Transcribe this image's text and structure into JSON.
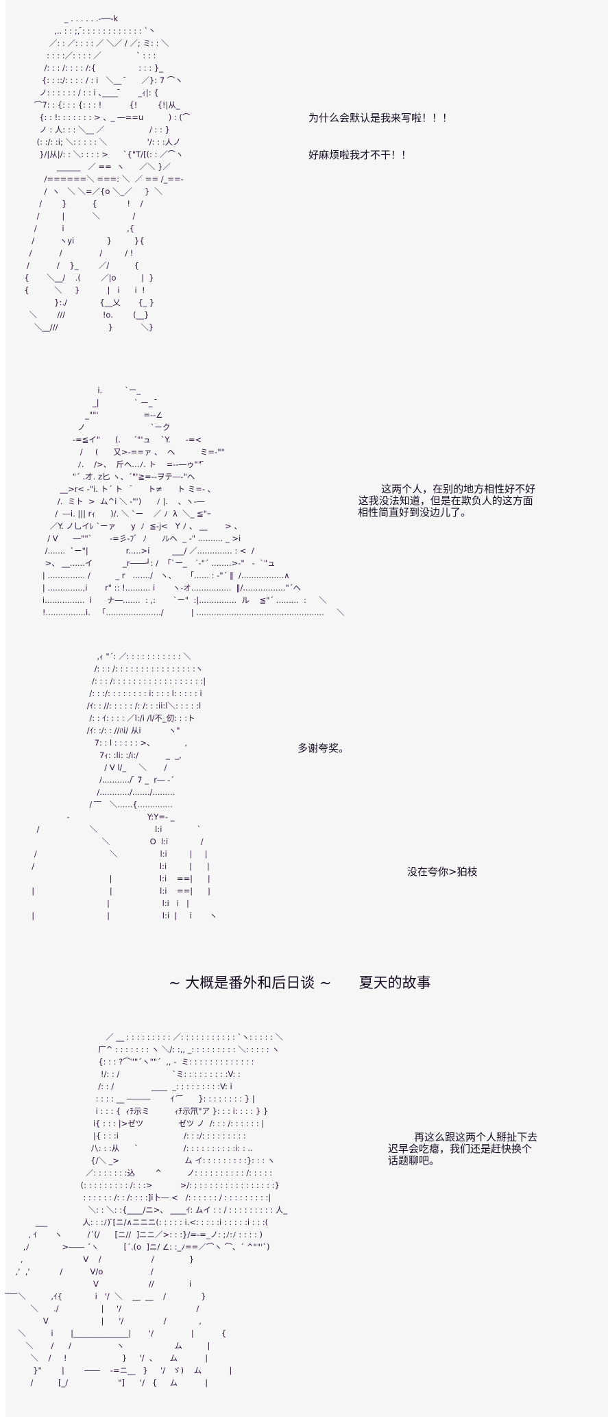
{
  "page": {
    "background": "#f6f6f7",
    "text_color": "#160a22",
    "art_color": "#2a0f3a"
  },
  "scenes": [
    {
      "id": "scene-1",
      "dialogue": [
        "为什么会默认是我来写啦！！！",
        "好麻烦啦我才不干！！"
      ],
      "art": "                  _ . . . . . .-──-k\n              ,.. : : ;, ̄: : : : : : : : : : : : `丶\n            ／: : ／: : : : ／ ＼／ / ／; ミ: : ＼\n           : : : :／: : : : ／              ` : : :\n          /: : : /: : : : /:{                 : : : }_\n         {: : ::/: : : : / : i   ＼__  ̄      ／}: 7 ⌒ヽ\n        ノ: : : : : : / : : i ､____ ̄       _ｨ|: {\n      ⌒7: : {: : : {: : : !           {!        {!|从_\n        {: : !: : : : : : : > 、_ ―==u          ) : (⌒\n        ノ : 人: : : ＼__ ／                  / : : }\n       (: :/: :i; ＼: : : : : ＼                '/: : :人ノ\n        }/|从|/: : ＼: : : : >      `{\"T/[(: : ／⌒ヽ\n               ______   ／ ==  ヽ      ／＼ }／\n          /======＼ ===: ＼  ／ == /_==-\n          /  ヽ   ＼ ＼=／{o ＼_／     }  ＼\n        /        }          {            !    /\n       /         |           ＼             /\n      /          i                         ,{\n     /          ヽyi             }         }{\n    /           /               /         / !\n   /           /    }_        ／/          {\n  {       ＼__/    .(        ／|o          |  }\n  {          ＼     }           |   i      i  !\n              }:./             {__乂       {_ }\n    ＼        ///               !o.        (__}\n      ＼__///                    }           ＼}"
    },
    {
      "id": "scene-2",
      "dialogue": [
        "        这两个人，在别的地方相性好不好",
        " 这我没法知道，但是在欺负人的这方面",
        "相性简直好到没边儿了。"
      ],
      "art": "                            i.         `ー_\n                          _|              ` ー_  ̄\n                       _\"\"'                  =--∠\n                    ノ                          `ーク\n                  -=≦イ\"      (.     ´\"'ュ    `Y.      -=<\n                     /     (      又>-==ァ 、  ヘ          ミ=-\"\"\n                    ﾉ.    />、  斤ヘ...ﾉ. ト    =--―ゥ\"\" ̄\n                  \"´ .才. z匕 ヽ、´\"'≧=--ヲテ―-\"ヘ\n             __>r< -\"i. ト´ ト    ̄      ト≠      ト ミ=- 、\n            /.  ミト  >  ム^i ＼ -\"')      ﾉ |.    、ヽ-―\n           /  ―i. ||| rｨ      )/. ＼ `ー    ／ ﾉ  λ  ＼_ ≦\"ｰ\n         ／Y. ノ乚イﾚ `ーァ      y  ﾉ  ≦-j<   Y ﾉ 、 __       > 、\n        / V      ―\"\"`       -=彡-ﾌﾞ  ﾉ      ﾉﾚヘ  _ -\" .......... _ >i\n       /.......  `ー\"|               r.....>i         ___/ ／.............. : <  /\n       >、 __......イ            _r――┘: /  「`ー_   ´-\"´ ........>-\"   -  `\"ュ\n      | ............... /          _ r   ......./   ヽ、    「...... : -\"´ ‖  /.................∧\n      | ..............,i       r\" :: !.......... i       ヽ-オ................  ‖/.................\"´ヘ\n      i................  i      ナ―.......  : ,:       `ー\"  :|...............  ル    ≦\"´ .........  :     ＼\n      !................i.   「....................../           | ...................................................     ＼"
    },
    {
      "id": "scene-3",
      "dialogue": [
        "多谢夸奖。",
        "没在夸你>狛枝"
      ],
      "art": "                               ,ｨ \"´: ／: : : : : : : : : : : ＼\n                              /: : : /: : : : : : : : : : : : : : : :ヽ\n                             /: : : /: : : : : : : : : : : : : : : : : :|\n                            /: : :/: : : : : : : : i: : : : l: : : : : i\n                           /ｲ: : //: : : : : /: /: : :ii:l＼: : : : :l\n                            /: : ｲ: : : : ／l:/i /l/不_仞: : :ト\n                           /ｲ: :/: : //ﾊi/ 从i           ヽ\"\n                              7: : l : : : : : >、            ,\n                                7ｨ: :li: :/i:/           _  _,\n                                  / V l/_     ＼       /\n                                /.........../ ̄ 7 _  r― -´\n                               /............/......./.........\n                            /  ̄ ̄ ̄   ＼......{..............\n                   -                               Y:Y=- _\n       /                    ＼                       l:i              `\n                                 ＼                O  l:i             /\n      /                             ＼                 l:i         |     |\n     /                                                  l:i         |      |\n                                    |                   l:i    ==|      |\n     |                              |                   l:i    ==|      |\n                                   |                     l:i   i   |\n     |                             |                     l:i  |     i       ヽ"
    },
    {
      "id": "scene-4",
      "title": "~ 大概是番外和后日谈 ~      夏天的故事",
      "dialogue": [
        "        再这么跟这两个人掰扯下去",
        "迟早会吃瘪，我们还是赶快换个",
        "话题聊吧。"
      ],
      "art": "                                        ／ __ : : : : : : : : : ／: : : : : : : : : : : `ヽ: : : : : ＼\n                                     厂^ : : : : : : : ヽ ＼/: :,, _: : : : : : : : : ＼: : : : : ヽ\n                                     {: : : ?⌒\"\"´ヽ\"\"´  ,, -  ミ: : : : : : : : : : : : :\n                                      !/: : /                     `ミ: : : : : : : : :V: :\n                                     /: : /               ____  _: : : : : : : : :V: i\n                                    : : : : __ ―――        ｲ´ ̄ ̄      }: : : : : : : : } |\n                                    i : : : {  ｨﾁ示ミ          ｨﾁ示笊\"ア }: : : i: : : : } }\n                                   i{ : : : |>ゼツ              ゼツ ノ  /: : : /: : : : : : |\n                                   |{ : : :i                          /: : :/: : : : : : : : :\n                                  八: : :从      `                  /: : : : : : : : : :i: : ..\n                                  {/＼ _>                          ム イ: : : : : : : : :}: : : ヽ\n                                ／: : : : : : :込        ^          ノ: : : : : : : : : : /: : : : :\n                              (: : : : : : : : : /: : :>           >/: : : : : : : : : : : : : : : : :}\n                               : : : : : : /: : /: : : :]i卜― <   /: : : : : : / : : : : : : : : :|\n                                 ＼: : ＼: :{____/ニ>、 ____ｲ: ムイ : : / : : : : : : : : : 人_\n            ___              人: : :ﾉ) ̄[ニ/∧ニニニ(: : : : : i.<: : : : :i : : : : :i : : :(\n         , ｲ       ヽ          /´(/      [ニ//  ]ニニ／>: : :}/=-=_ノ: ;ﾉ:ﾉ : : : : )\n       ,ﾉ             >―― ´ヽ          [´.(o  ]ニ/ ∠: :_ﾉ==／⌒ヽ ⌒、´ ^\"\"'`)\n      ,                        V    /                    /              }\n    ,'  ,'            /           V/o                   /\n                                   V                    //              i\n ̄ ̄ ̄ ̄ ̄＼          ,ｲ{             i   '/  ＼    __  __    /              }\n          ＼      ./                 |     '/                              /\n               V                     |      '/                /             ,\n     ＼          i       |______________|       '/               |           {\n        ＼       /      /                  ヽ                    ム          |\n          ＼    /     !                      }     '/  、     ム           |\n           }\"        |        ――    -=ニ__   }     '/   ゞ)    ム           |\n          /          [_/                    \"]      '/   {     ム           |"
    }
  ]
}
